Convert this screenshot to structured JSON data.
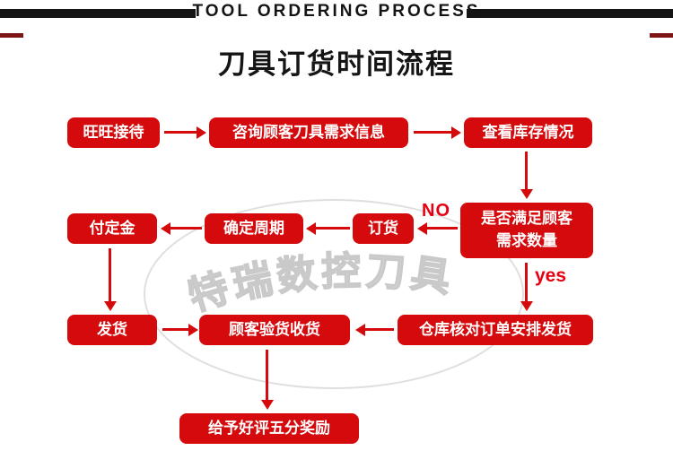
{
  "header": {
    "banner_text": "TOOL ORDERING PROCESS",
    "title": "刀具订货时间流程"
  },
  "flow": {
    "nodes": {
      "reception": "旺旺接待",
      "consult": "咨询顾客刀具需求信息",
      "check_stock": "查看库存情况",
      "meet_demand_line1": "是否满足顾客",
      "meet_demand_line2": "需求数量",
      "order": "订货",
      "cycle": "确定周期",
      "deposit": "付定金",
      "warehouse": "仓库核对订单安排发货",
      "ship": "发货",
      "inspect": "顾客验货收货",
      "review": "给予好评五分奖励"
    },
    "labels": {
      "no": "NO",
      "yes": "yes"
    },
    "watermark": "特瑞数控刀具"
  },
  "colors": {
    "node_red": "#d40a0d",
    "node_text_white": "#ffffff",
    "banner_black": "#141414",
    "accent_dark_red": "#7d1416",
    "branch_label_red": "#e60012",
    "watermark_gray": "#c9c9c9"
  }
}
